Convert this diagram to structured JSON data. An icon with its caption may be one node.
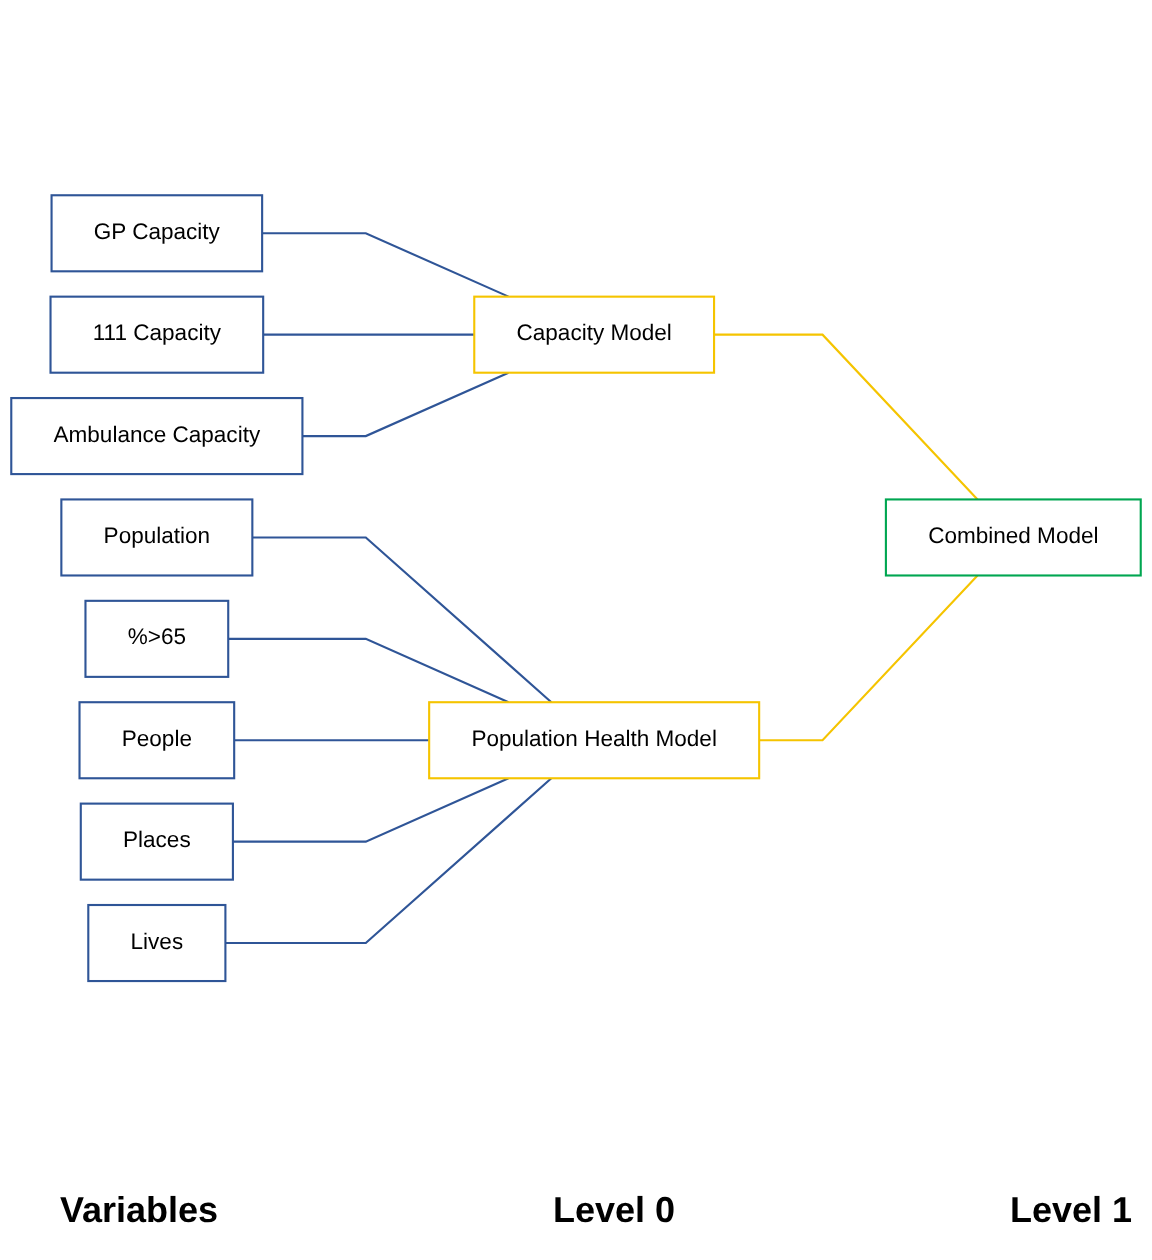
{
  "diagram": {
    "nodes": [
      {
        "text": [
          "GP Capacity"
        ]
      },
      {
        "text": [
          "111 Capacity"
        ]
      },
      {
        "text": [
          "Ambulance Capacity"
        ]
      },
      {
        "text": [
          "Population"
        ]
      },
      {
        "text": [
          "%>65"
        ]
      },
      {
        "text": [
          "People"
        ]
      },
      {
        "text": [
          "Places"
        ]
      },
      {
        "text": [
          "Lives"
        ]
      },
      {
        "text": [
          "Capacity Model"
        ]
      },
      {
        "text": [
          "Population Health Model"
        ]
      },
      {
        "text": [
          "Combined Model"
        ]
      }
    ],
    "edges": [
      {
        "from": 0,
        "to": 8,
        "arrow": "none"
      },
      {
        "from": 1,
        "to": 8,
        "arrow": "none"
      },
      {
        "from": 2,
        "to": 8,
        "arrow": "none"
      },
      {
        "from": 3,
        "to": 9,
        "arrow": "none"
      },
      {
        "from": 4,
        "to": 9,
        "arrow": "none"
      },
      {
        "from": 5,
        "to": 9,
        "arrow": "none"
      },
      {
        "from": 6,
        "to": 9,
        "arrow": "none"
      },
      {
        "from": 7,
        "to": 9,
        "arrow": "none"
      },
      {
        "from": 8,
        "to": 10,
        "arrow": "none",
        "color": "#f5c400"
      },
      {
        "from": 9,
        "to": 10,
        "arrow": "none",
        "color": "#f5c400"
      }
    ],
    "labels": [
      "Variables",
      "Level 0",
      "Level 1"
    ]
  }
}
